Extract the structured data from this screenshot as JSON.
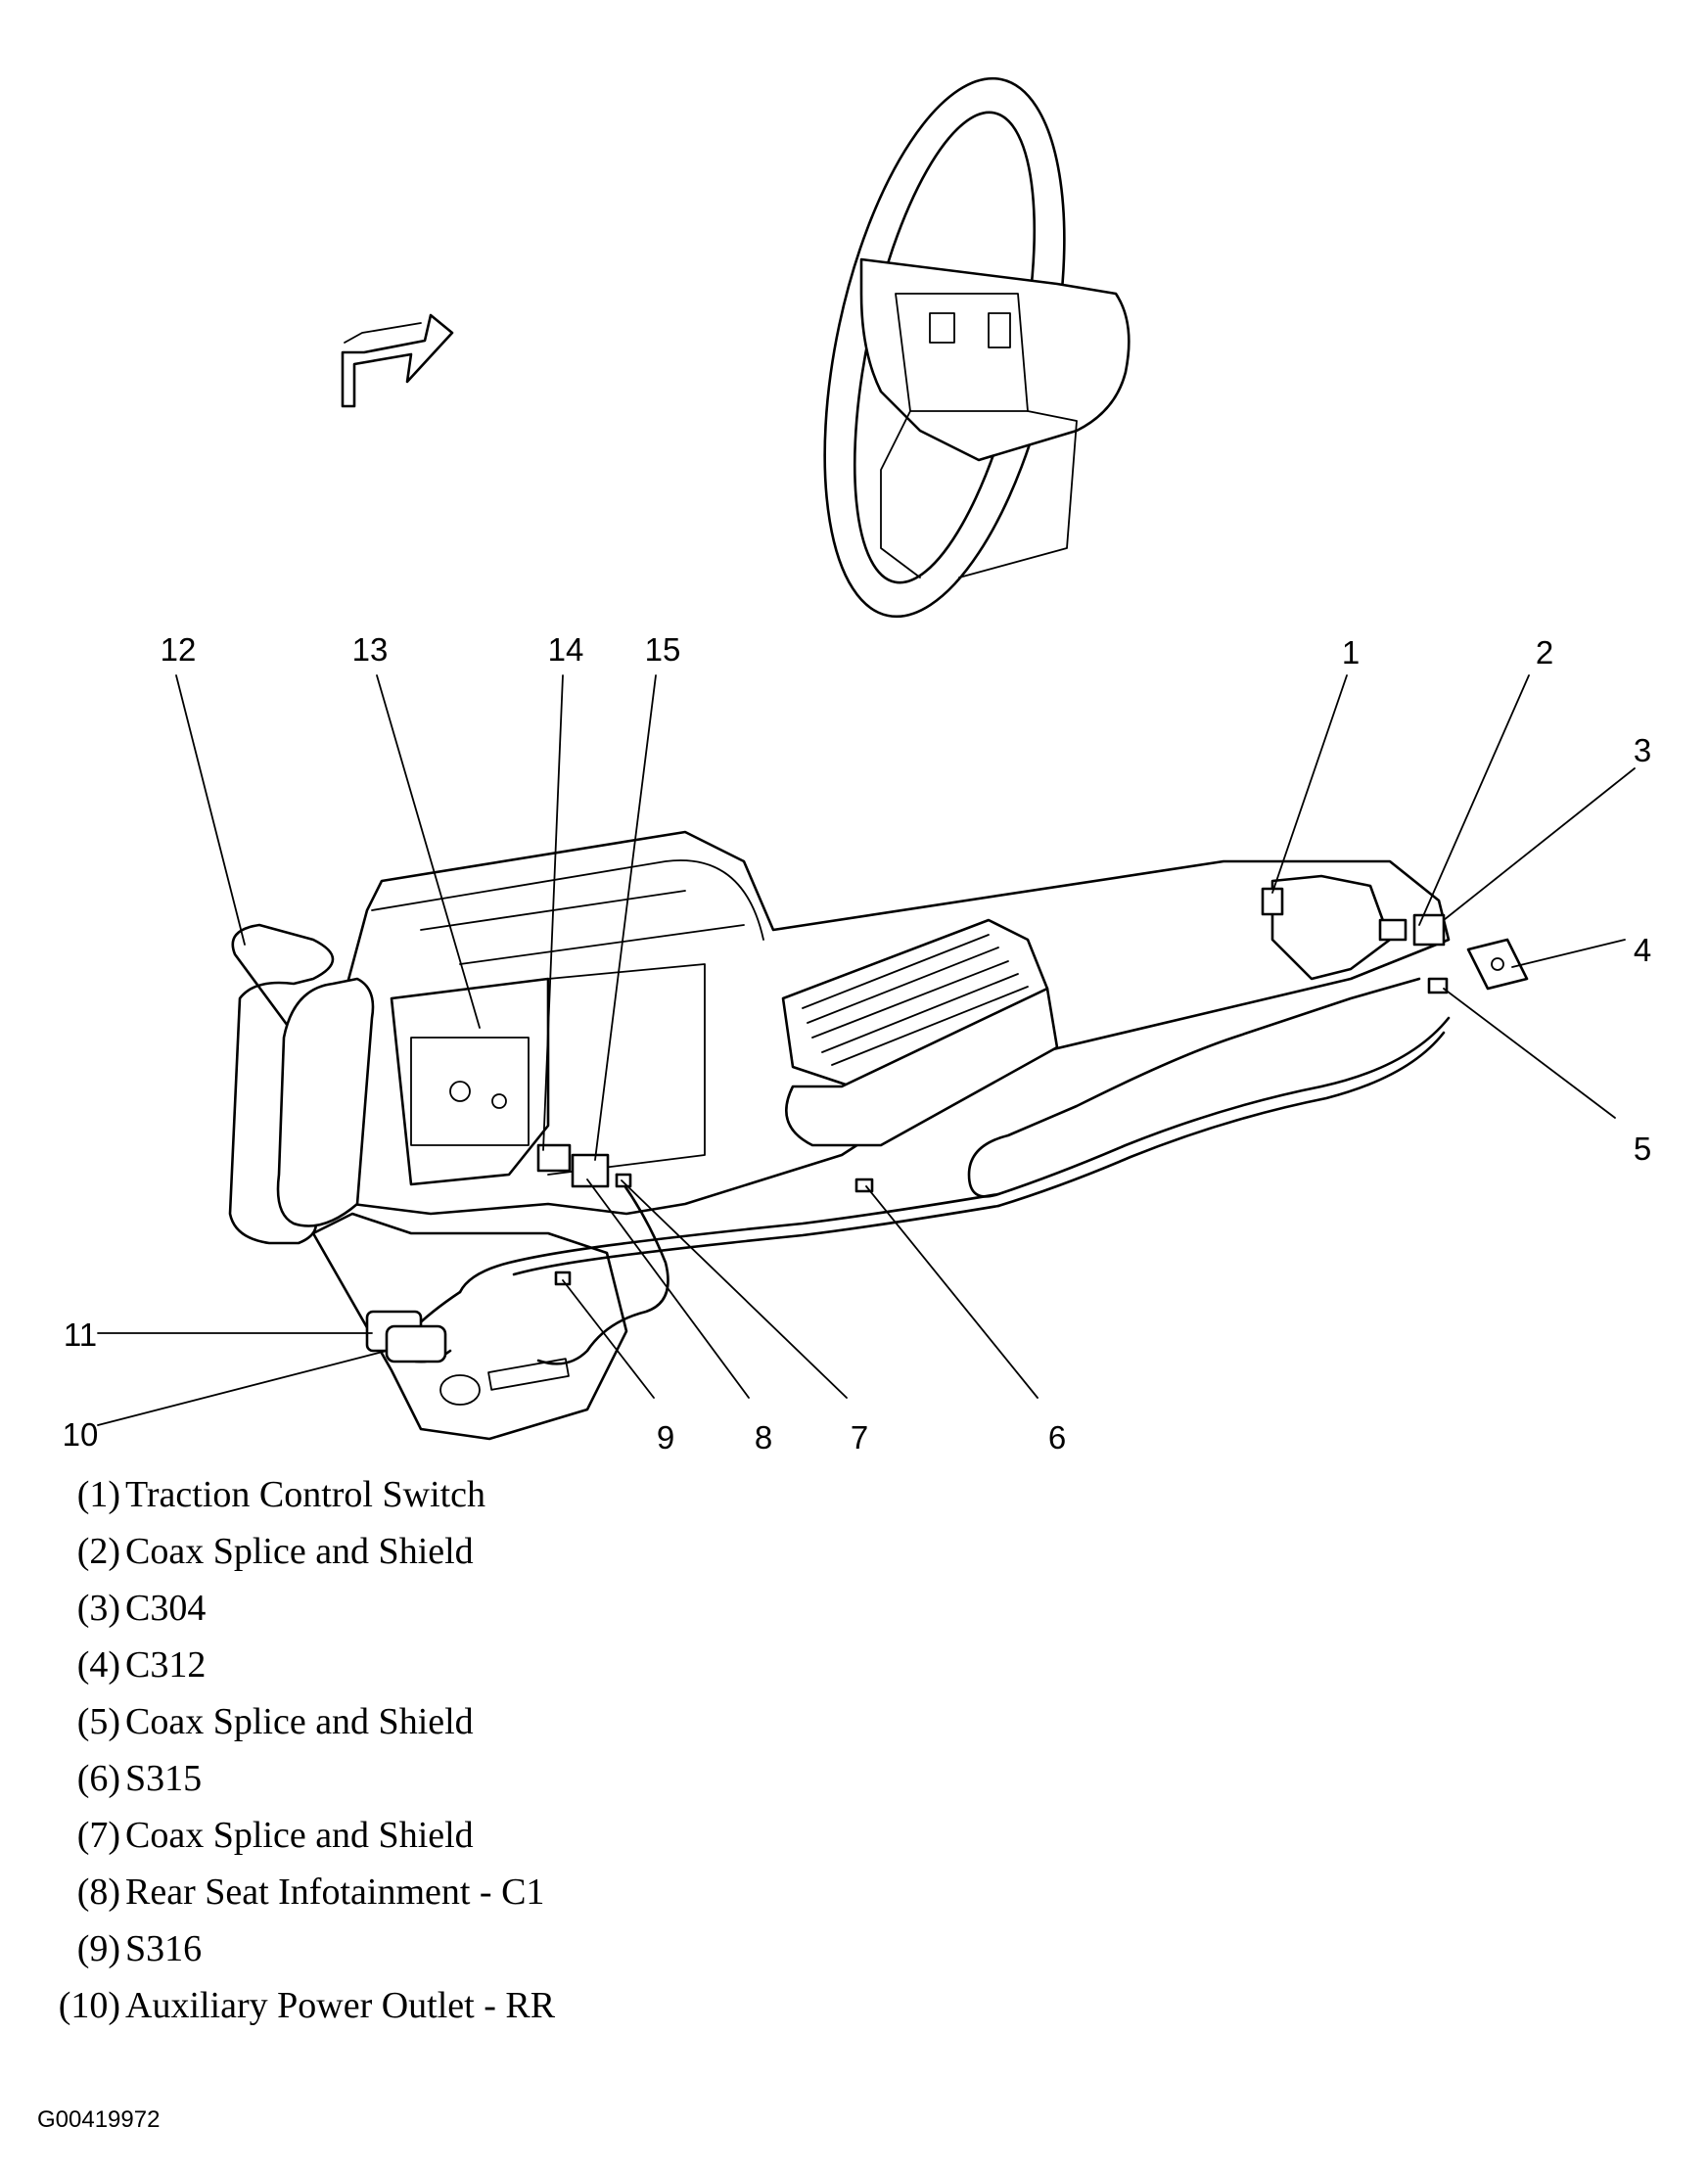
{
  "figure_id": "G00419972",
  "callouts": [
    {
      "num": "12"
    },
    {
      "num": "13"
    },
    {
      "num": "14"
    },
    {
      "num": "15"
    },
    {
      "num": "1"
    },
    {
      "num": "2"
    },
    {
      "num": "3"
    },
    {
      "num": "4"
    },
    {
      "num": "5"
    },
    {
      "num": "11"
    },
    {
      "num": "10"
    },
    {
      "num": "9"
    },
    {
      "num": "8"
    },
    {
      "num": "7"
    },
    {
      "num": "6"
    }
  ],
  "legend": [
    {
      "num": "(1)",
      "text": "Traction Control Switch"
    },
    {
      "num": "(2)",
      "text": "Coax Splice and Shield"
    },
    {
      "num": "(3)",
      "text": "C304"
    },
    {
      "num": "(4)",
      "text": "C312"
    },
    {
      "num": "(5)",
      "text": "Coax Splice and Shield"
    },
    {
      "num": "(6)",
      "text": "S315"
    },
    {
      "num": "(7)",
      "text": "Coax Splice and Shield"
    },
    {
      "num": "(8)",
      "text": "Rear Seat Infotainment - C1"
    },
    {
      "num": "(9)",
      "text": "S316"
    },
    {
      "num": "(10)",
      "text": "Auxiliary Power Outlet - RR"
    }
  ]
}
